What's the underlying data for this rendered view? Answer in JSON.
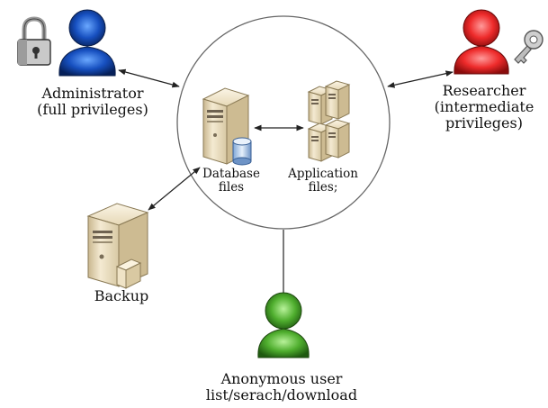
{
  "administrator": {
    "line1": "Administrator",
    "line2": "(full privileges)",
    "icon": "person-icon",
    "color": "#1a58c8",
    "accessory": "padlock-icon"
  },
  "researcher": {
    "line1": "Researcher",
    "line2": "(intermediate",
    "line3": "privileges)",
    "icon": "person-icon",
    "color": "#e8282a",
    "accessory": "key-icon"
  },
  "server": {
    "database": {
      "line1": "Database",
      "line2": "files",
      "icon": "database-server-icon"
    },
    "application": {
      "line1": "Application",
      "line2": "files;",
      "icon": "application-servers-icon"
    }
  },
  "backup": {
    "label": "Backup",
    "icon": "backup-server-icon"
  },
  "anonymous": {
    "line1": "Anonymous user",
    "line2": "list/serach/download",
    "icon": "person-icon",
    "color": "#4caa2e"
  }
}
